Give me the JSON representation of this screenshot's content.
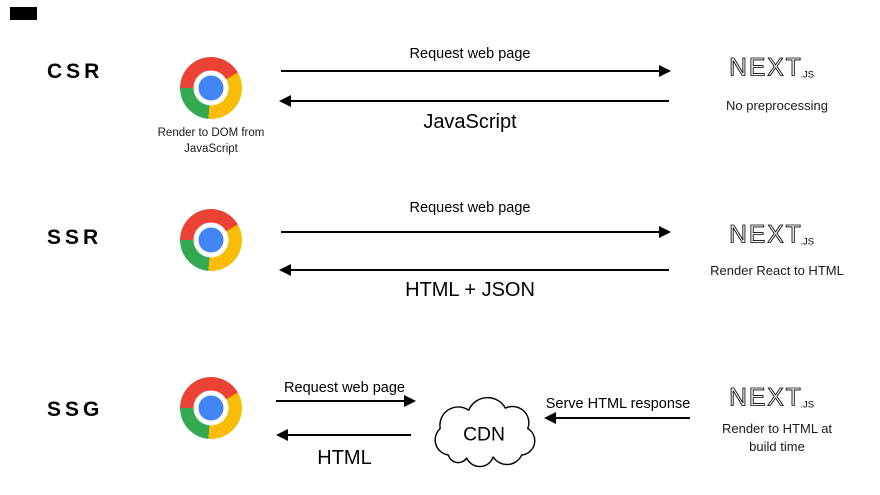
{
  "rows": [
    {
      "label": "CSR",
      "request_label": "Request web page",
      "response_label": "JavaScript",
      "browser_caption": "Render to DOM from JavaScript",
      "server_caption": "No preprocessing"
    },
    {
      "label": "SSR",
      "request_label": "Request web page",
      "response_label": "HTML + JSON",
      "server_caption": "Render React to HTML"
    },
    {
      "label": "SSG",
      "request_label": "Request web page",
      "serve_label": "Serve HTML response",
      "response_label": "HTML",
      "cdn_label": "CDN",
      "server_caption": "Render to HTML at build time"
    }
  ],
  "logo": {
    "text": "NEXT",
    "suffix": ".JS"
  },
  "colors": {
    "chrome_red": "#EA4335",
    "chrome_yellow": "#FBBC05",
    "chrome_green": "#34A853",
    "chrome_blue": "#4285F4",
    "arrow": "#000000",
    "background": "#FFFFFF"
  }
}
